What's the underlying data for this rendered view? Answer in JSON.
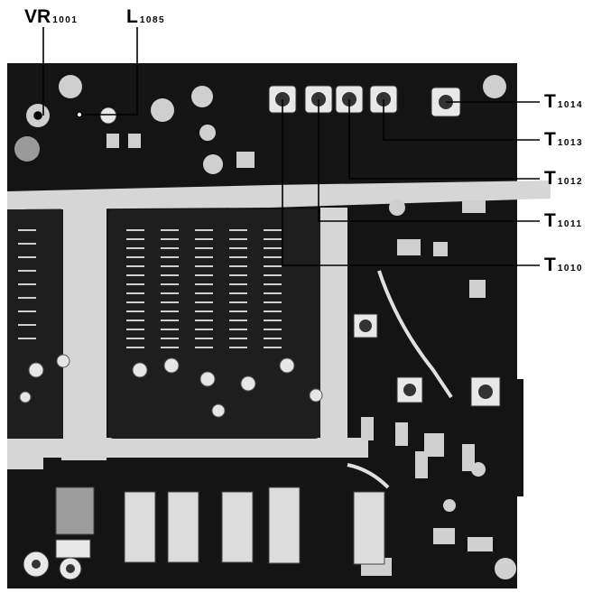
{
  "labels": {
    "vr1001": {
      "main": "VR",
      "sub": "1001"
    },
    "l1085": {
      "main": "L",
      "sub": "1085"
    },
    "t1014": {
      "main": "T",
      "sub": "1014"
    },
    "t1013": {
      "main": "T",
      "sub": "1013"
    },
    "t1012": {
      "main": "T",
      "sub": "1012"
    },
    "t1011": {
      "main": "T",
      "sub": "1011"
    },
    "t1010": {
      "main": "T",
      "sub": "1010"
    }
  },
  "colors": {
    "board": "#141414",
    "trace": "#d8d8d8",
    "component": "#2b2b2b",
    "highlight": "#f2f2f2",
    "leader": "#000000"
  },
  "icons": {
    "board": "pcb-board-photo",
    "trimmer": "trimmer-potentiometer-icon",
    "coil": "coil-transformer-icon"
  }
}
